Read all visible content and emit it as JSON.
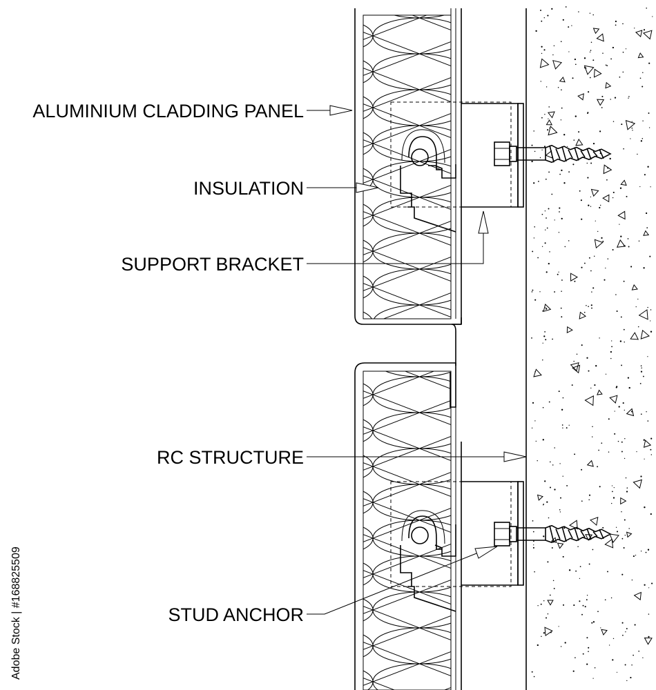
{
  "labels": {
    "cladding": "ALUMINIUM CLADDING PANEL",
    "insulation": "INSULATION",
    "bracket": "SUPPORT BRACKET",
    "structure": "RC STRUCTURE",
    "anchor": "STUD ANCHOR"
  },
  "watermark": "Adobe Stock | #168825509"
}
